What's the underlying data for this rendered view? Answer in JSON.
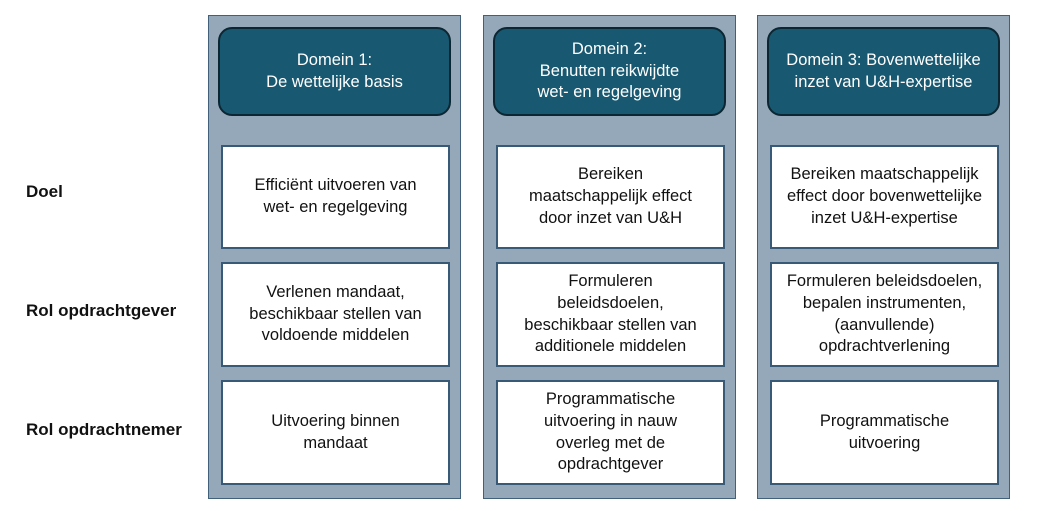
{
  "row_labels": {
    "goal": "Doel",
    "client_role": "Rol opdrachtgever",
    "contractor_role": "Rol opdrachtnemer"
  },
  "domains": [
    {
      "title": "Domein 1:\nDe wettelijke basis",
      "goal": "Efficiënt uitvoeren van\nwet- en regelgeving",
      "client_role": "Verlenen mandaat,\nbeschikbaar stellen van\nvoldoende middelen",
      "contractor_role": "Uitvoering binnen\nmandaat"
    },
    {
      "title": "Domein 2:\nBenutten reikwijdte\nwet- en regelgeving",
      "goal": "Bereiken\nmaatschappelijk effect\ndoor inzet van U&H",
      "client_role": "Formuleren\nbeleidsdoelen,\nbeschikbaar stellen van\nadditionele middelen",
      "contractor_role": "Programmatische\nuitvoering in nauw\noverleg met de\nopdrachtgever"
    },
    {
      "title": "Domein 3: Bovenwettelijke\ninzet van U&H-expertise",
      "goal": "Bereiken maatschappelijk\neffect door bovenwettelijke\ninzet U&H-expertise",
      "client_role": "Formuleren beleidsdoelen,\nbepalen instrumenten,\n(aanvullende)\nopdrachtverlening",
      "contractor_role": "Programmatische\nuitvoering"
    }
  ],
  "colors": {
    "column_background": "#95a8b9",
    "header_background": "#185870",
    "cell_border": "#385a77"
  }
}
